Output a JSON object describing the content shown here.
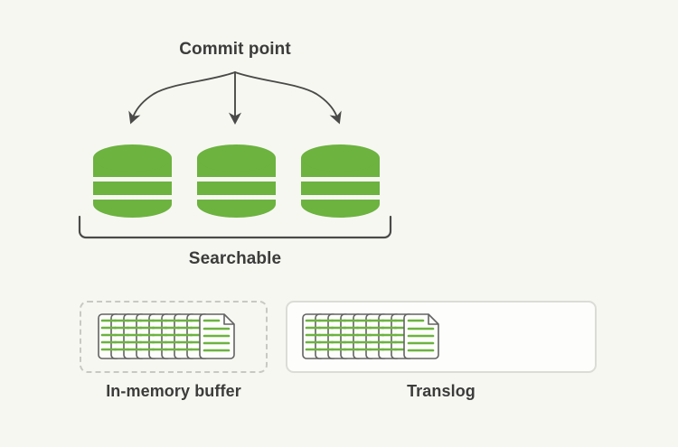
{
  "diagram": {
    "title": "Commit point",
    "background_color": "#f7f7f2",
    "accent_green": "#6cb33f",
    "stroke_dark": "#4a4a48",
    "text_color": "#3c3c3b"
  },
  "commit": {
    "label": "Commit point",
    "arrow_count": 3,
    "arrow_icon": "arrow-down-icon"
  },
  "segments": {
    "group_label": "Searchable",
    "bracket_icon": "bracket-icon",
    "items": [
      {
        "name": "segment-1",
        "icon": "database-cylinder-icon"
      },
      {
        "name": "segment-2",
        "icon": "database-cylinder-icon"
      },
      {
        "name": "segment-3",
        "icon": "database-cylinder-icon"
      }
    ]
  },
  "buffer": {
    "caption": "In-memory buffer",
    "border_style": "dashed",
    "doc_icon": "document-stack-icon",
    "doc_sheets": 8
  },
  "translog": {
    "caption": "Translog",
    "border_style": "solid",
    "doc_icon": "document-stack-icon",
    "doc_sheets": 8
  }
}
